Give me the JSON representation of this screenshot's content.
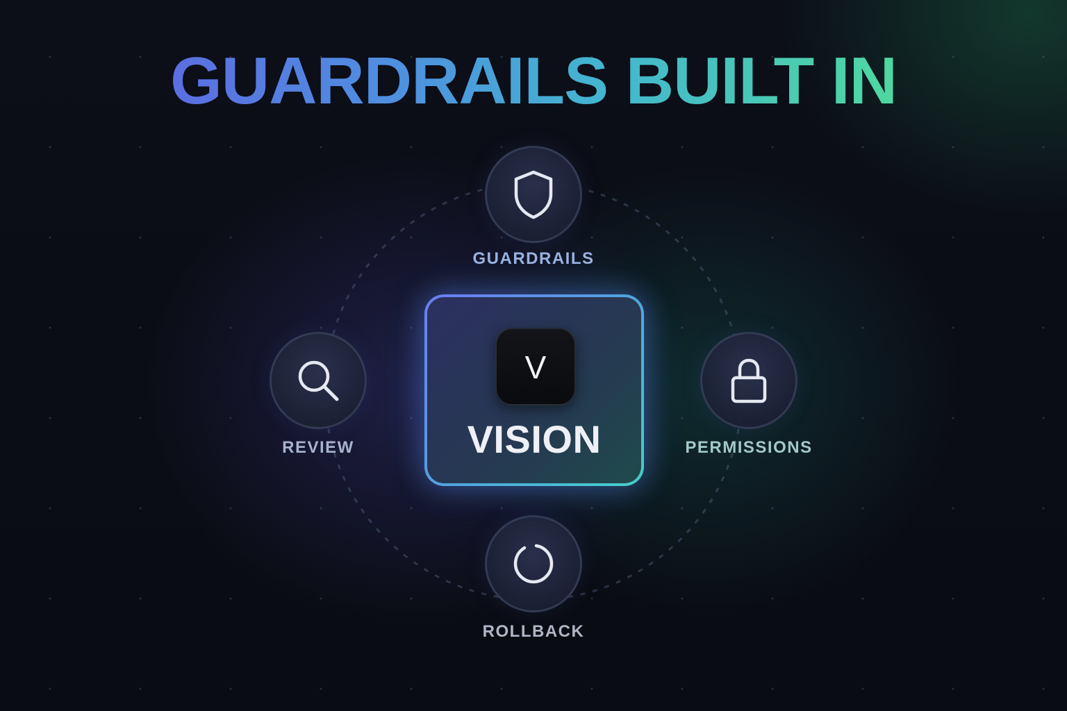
{
  "title": "GUARDRAILS BUILT IN",
  "center": {
    "icon_letter": "V",
    "label": "VISION"
  },
  "nodes": [
    {
      "id": "guardrails",
      "label": "GUARDRAILS",
      "icon": "shield-icon",
      "color": "#9ab3e0"
    },
    {
      "id": "review",
      "label": "REVIEW",
      "icon": "search-icon",
      "color": "#a7b2cf"
    },
    {
      "id": "permissions",
      "label": "PERMISSIONS",
      "icon": "lock-icon",
      "color": "#a3c9c8"
    },
    {
      "id": "rollback",
      "label": "ROLLBACK",
      "icon": "rollback-icon",
      "color": "#b0b6c4"
    }
  ],
  "colors": {
    "title_gradient_start": "#5b6ee0",
    "title_gradient_end": "#4fd8a0",
    "card_border_start": "#6d7cf2",
    "card_border_end": "#45d0c8"
  }
}
